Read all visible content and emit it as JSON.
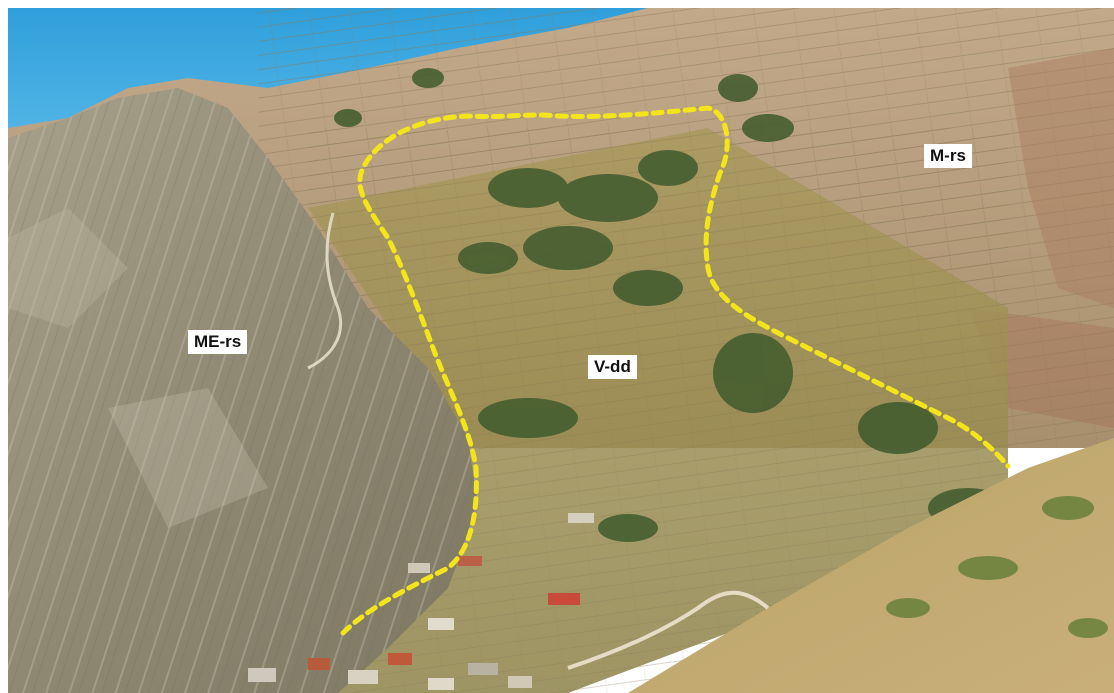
{
  "labels": {
    "me_rs": "ME-rs",
    "v_dd": "V-dd",
    "m_rs": "M-rs"
  },
  "colors": {
    "sky": "#3aa7dd",
    "boundary": "#f2e51c",
    "label_bg": "#ffffff",
    "label_text": "#111111"
  }
}
